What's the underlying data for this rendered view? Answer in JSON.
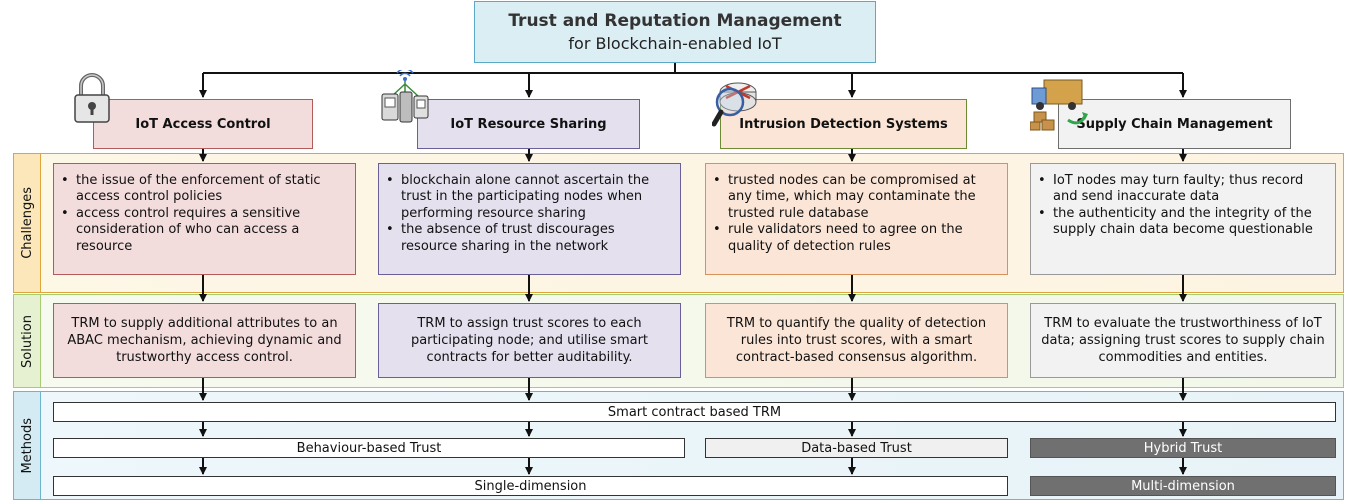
{
  "title": {
    "line1": "Trust and Reputation Management",
    "line2": "for Blockchain-enabled IoT"
  },
  "rows": {
    "challenges": "Challenges",
    "solution": "Solution",
    "methods": "Methods"
  },
  "columns": [
    {
      "name": "IoT Access Control",
      "icon": "padlock-icon",
      "challenges": [
        "the issue of the enforcement of static access control policies",
        "access control requires a sensitive consideration of who can access a resource"
      ],
      "solution": "TRM to supply additional attributes to an ABAC mechanism, achieving dynamic and trustworthy access control."
    },
    {
      "name": "IoT Resource Sharing",
      "icon": "shared-devices-icon",
      "challenges": [
        "blockchain alone cannot ascertain the trust in the participating nodes when performing resource sharing",
        "the absence of trust discourages resource sharing in the network"
      ],
      "solution": "TRM to assign trust scores to each participating node; and utilise smart contracts for better auditability."
    },
    {
      "name": "Intrusion Detection Systems",
      "icon": "magnifier-router-icon",
      "challenges": [
        "trusted nodes can be compromised at any time, which may contaminate the trusted rule database",
        "rule validators need to agree on the quality of detection rules"
      ],
      "solution": "TRM to quantify the quality of detection rules into trust scores, with a smart contract-based consensus algorithm."
    },
    {
      "name": "Supply Chain Management",
      "icon": "delivery-truck-icon",
      "challenges": [
        "IoT nodes may turn faulty; thus record and send inaccurate data",
        "the authenticity and the integrity of the supply chain data become questionable"
      ],
      "solution": "TRM to evaluate the trustworthiness of IoT data; assigning trust scores to supply chain commodities and entities."
    }
  ],
  "methods": {
    "smart_contract": "Smart contract based TRM",
    "behaviour": "Behaviour-based Trust",
    "data": "Data-based Trust",
    "hybrid": "Hybrid Trust",
    "single": "Single-dimension",
    "multi": "Multi-dimension"
  },
  "colors": {
    "col1_fill": "#f3dcdc",
    "col2_fill": "#e4e0ee",
    "col3_fill": "#fbe5d6",
    "col4_fill": "#f2f2f2",
    "title_fill": "#dbeef4",
    "method_dark": "#707070"
  }
}
